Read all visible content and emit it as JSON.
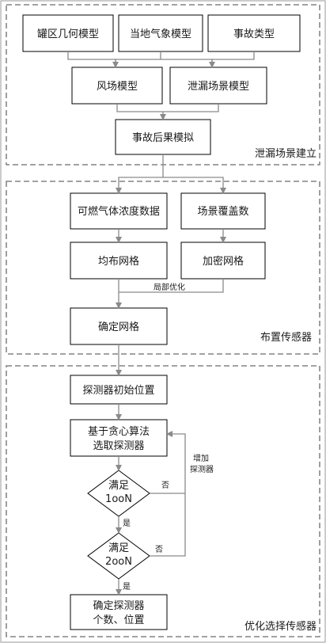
{
  "sections": {
    "scenario": "泄漏场景建立",
    "layout": "布置传感器",
    "optimize": "优化选择传感器"
  },
  "nodes": {
    "tank_model": "罐区几何模型",
    "weather_model": "当地气象模型",
    "accident_type": "事故类型",
    "wind_model": "风场模型",
    "leak_model": "泄漏场景模型",
    "accident_sim": "事故后果模拟",
    "gas_data": "可燃气体浓度数据",
    "scene_coverage": "场景覆盖数",
    "uniform_grid": "均布网格",
    "dense_grid": "加密网格",
    "final_grid": "确定网格",
    "detector_init": "探测器初始位置",
    "greedy_1": "基于贪心算法",
    "greedy_2": "选取探测器",
    "cond1_1": "满足",
    "cond1_2": "1ooN",
    "cond2_1": "满足",
    "cond2_2": "2ooN",
    "final_1": "确定探测器",
    "final_2": "个数、位置"
  },
  "edges": {
    "local_opt": "局部优化",
    "no1": "否",
    "no2": "否",
    "yes1": "是",
    "yes2": "是",
    "add_1": "增加",
    "add_2": "探测器"
  }
}
